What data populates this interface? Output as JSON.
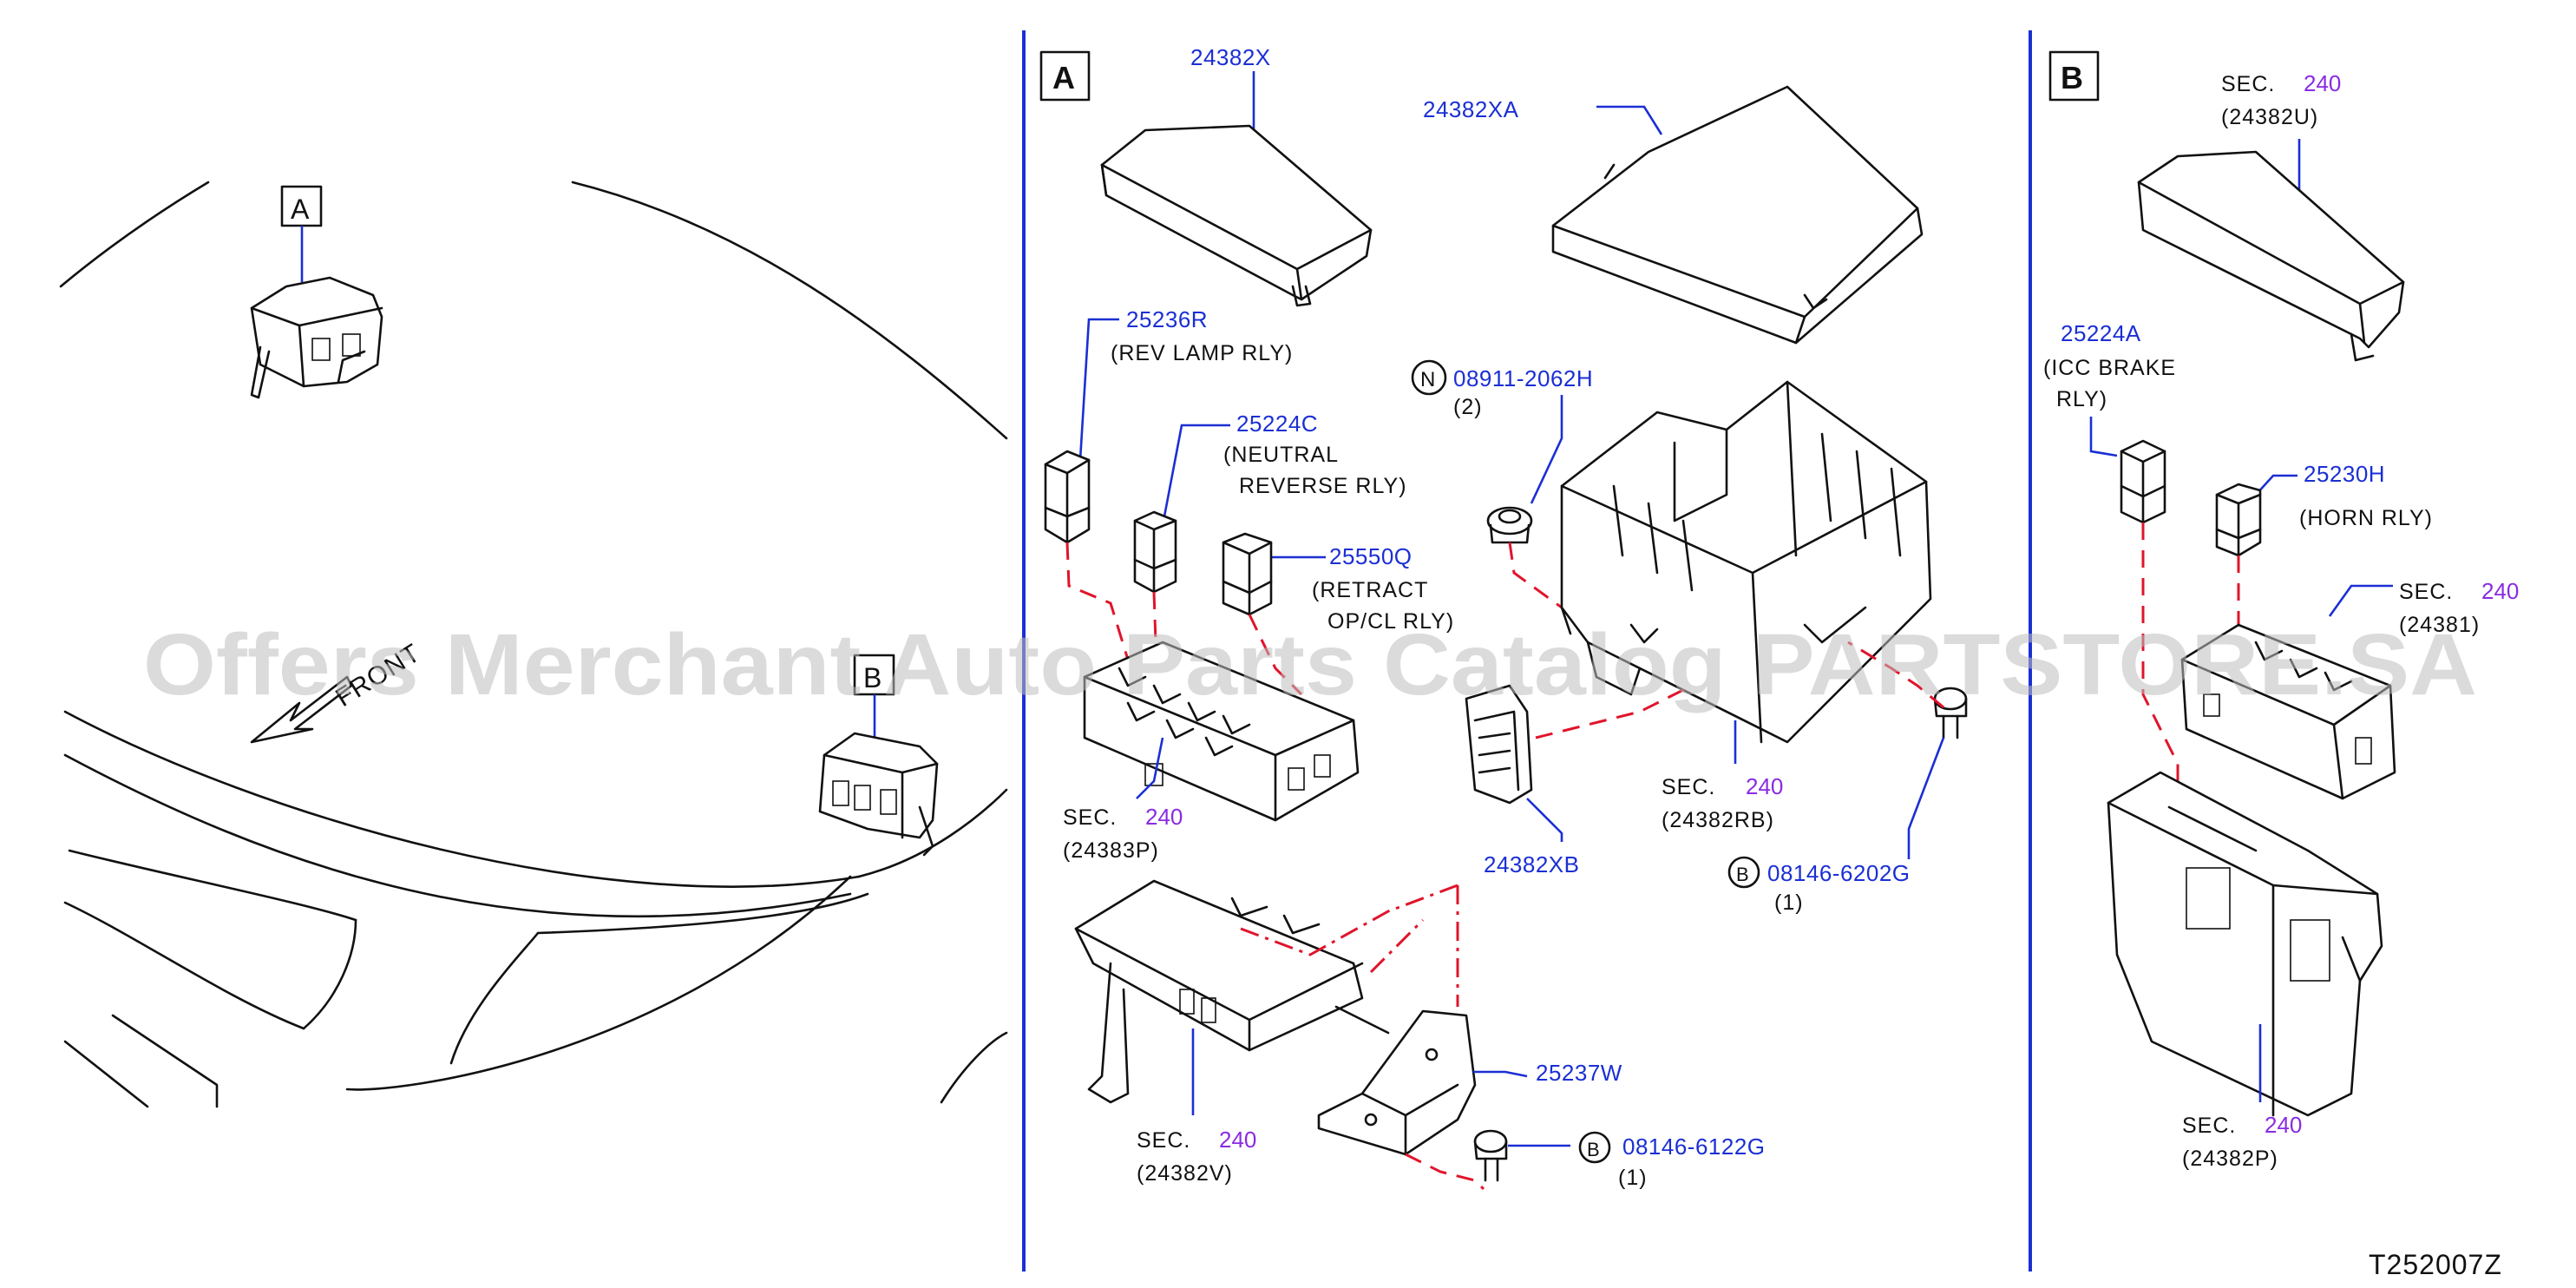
{
  "diagram": {
    "sections": [
      {
        "id": "A",
        "frame_label": "A"
      },
      {
        "id": "B",
        "frame_label": "B"
      }
    ],
    "overview": {
      "callout_a": "A",
      "callout_b": "B",
      "front_label": "FRONT"
    },
    "watermark": "Offers Merchant Auto Parts Catalog PARTSTORE.SA",
    "drawing_code": "T252007Z",
    "section_a_labels": {
      "p24382X": "24382X",
      "p24382XA": "24382XA",
      "p25236R": "25236R",
      "p25236R_desc": "(REV  LAMP  RLY)",
      "p25224C": "25224C",
      "p25224C_desc1": "(NEUTRAL",
      "p25224C_desc2": "REVERSE  RLY)",
      "p25550Q": "25550Q",
      "p25550Q_desc1": "(RETRACT",
      "p25550Q_desc2": "OP/CL  RLY)",
      "n_symbol": "N",
      "p08911": "08911-2062H",
      "p08911_qty": "(2)",
      "sec_label": "SEC.",
      "sec_num": "240",
      "p24383P": "(24383P)",
      "p24382RB": "(24382RB)",
      "p24382XB": "24382XB",
      "b_symbol": "B",
      "p08146_6202G": "08146-6202G",
      "p08146_6202G_qty": "(1)",
      "p24382V": "(24382V)",
      "p25237W": "25237W",
      "p08146_6122G": "08146-6122G",
      "p08146_6122G_qty": "(1)"
    },
    "section_b_labels": {
      "sec_label": "SEC.",
      "sec_num": "240",
      "p24382U": "(24382U)",
      "p25224A": "25224A",
      "p25224A_desc1": "(ICC  BRAKE",
      "p25224A_desc2": "RLY)",
      "p25230H": "25230H",
      "p25230H_desc": "(HORN  RLY)",
      "p24381": "(24381)",
      "p24382P": "(24382P)"
    },
    "colors": {
      "part_number": "#1b2fd4",
      "section_ref": "#8a2be2",
      "dash_line": "#e0142b",
      "divider": "#1b2fd4"
    }
  }
}
